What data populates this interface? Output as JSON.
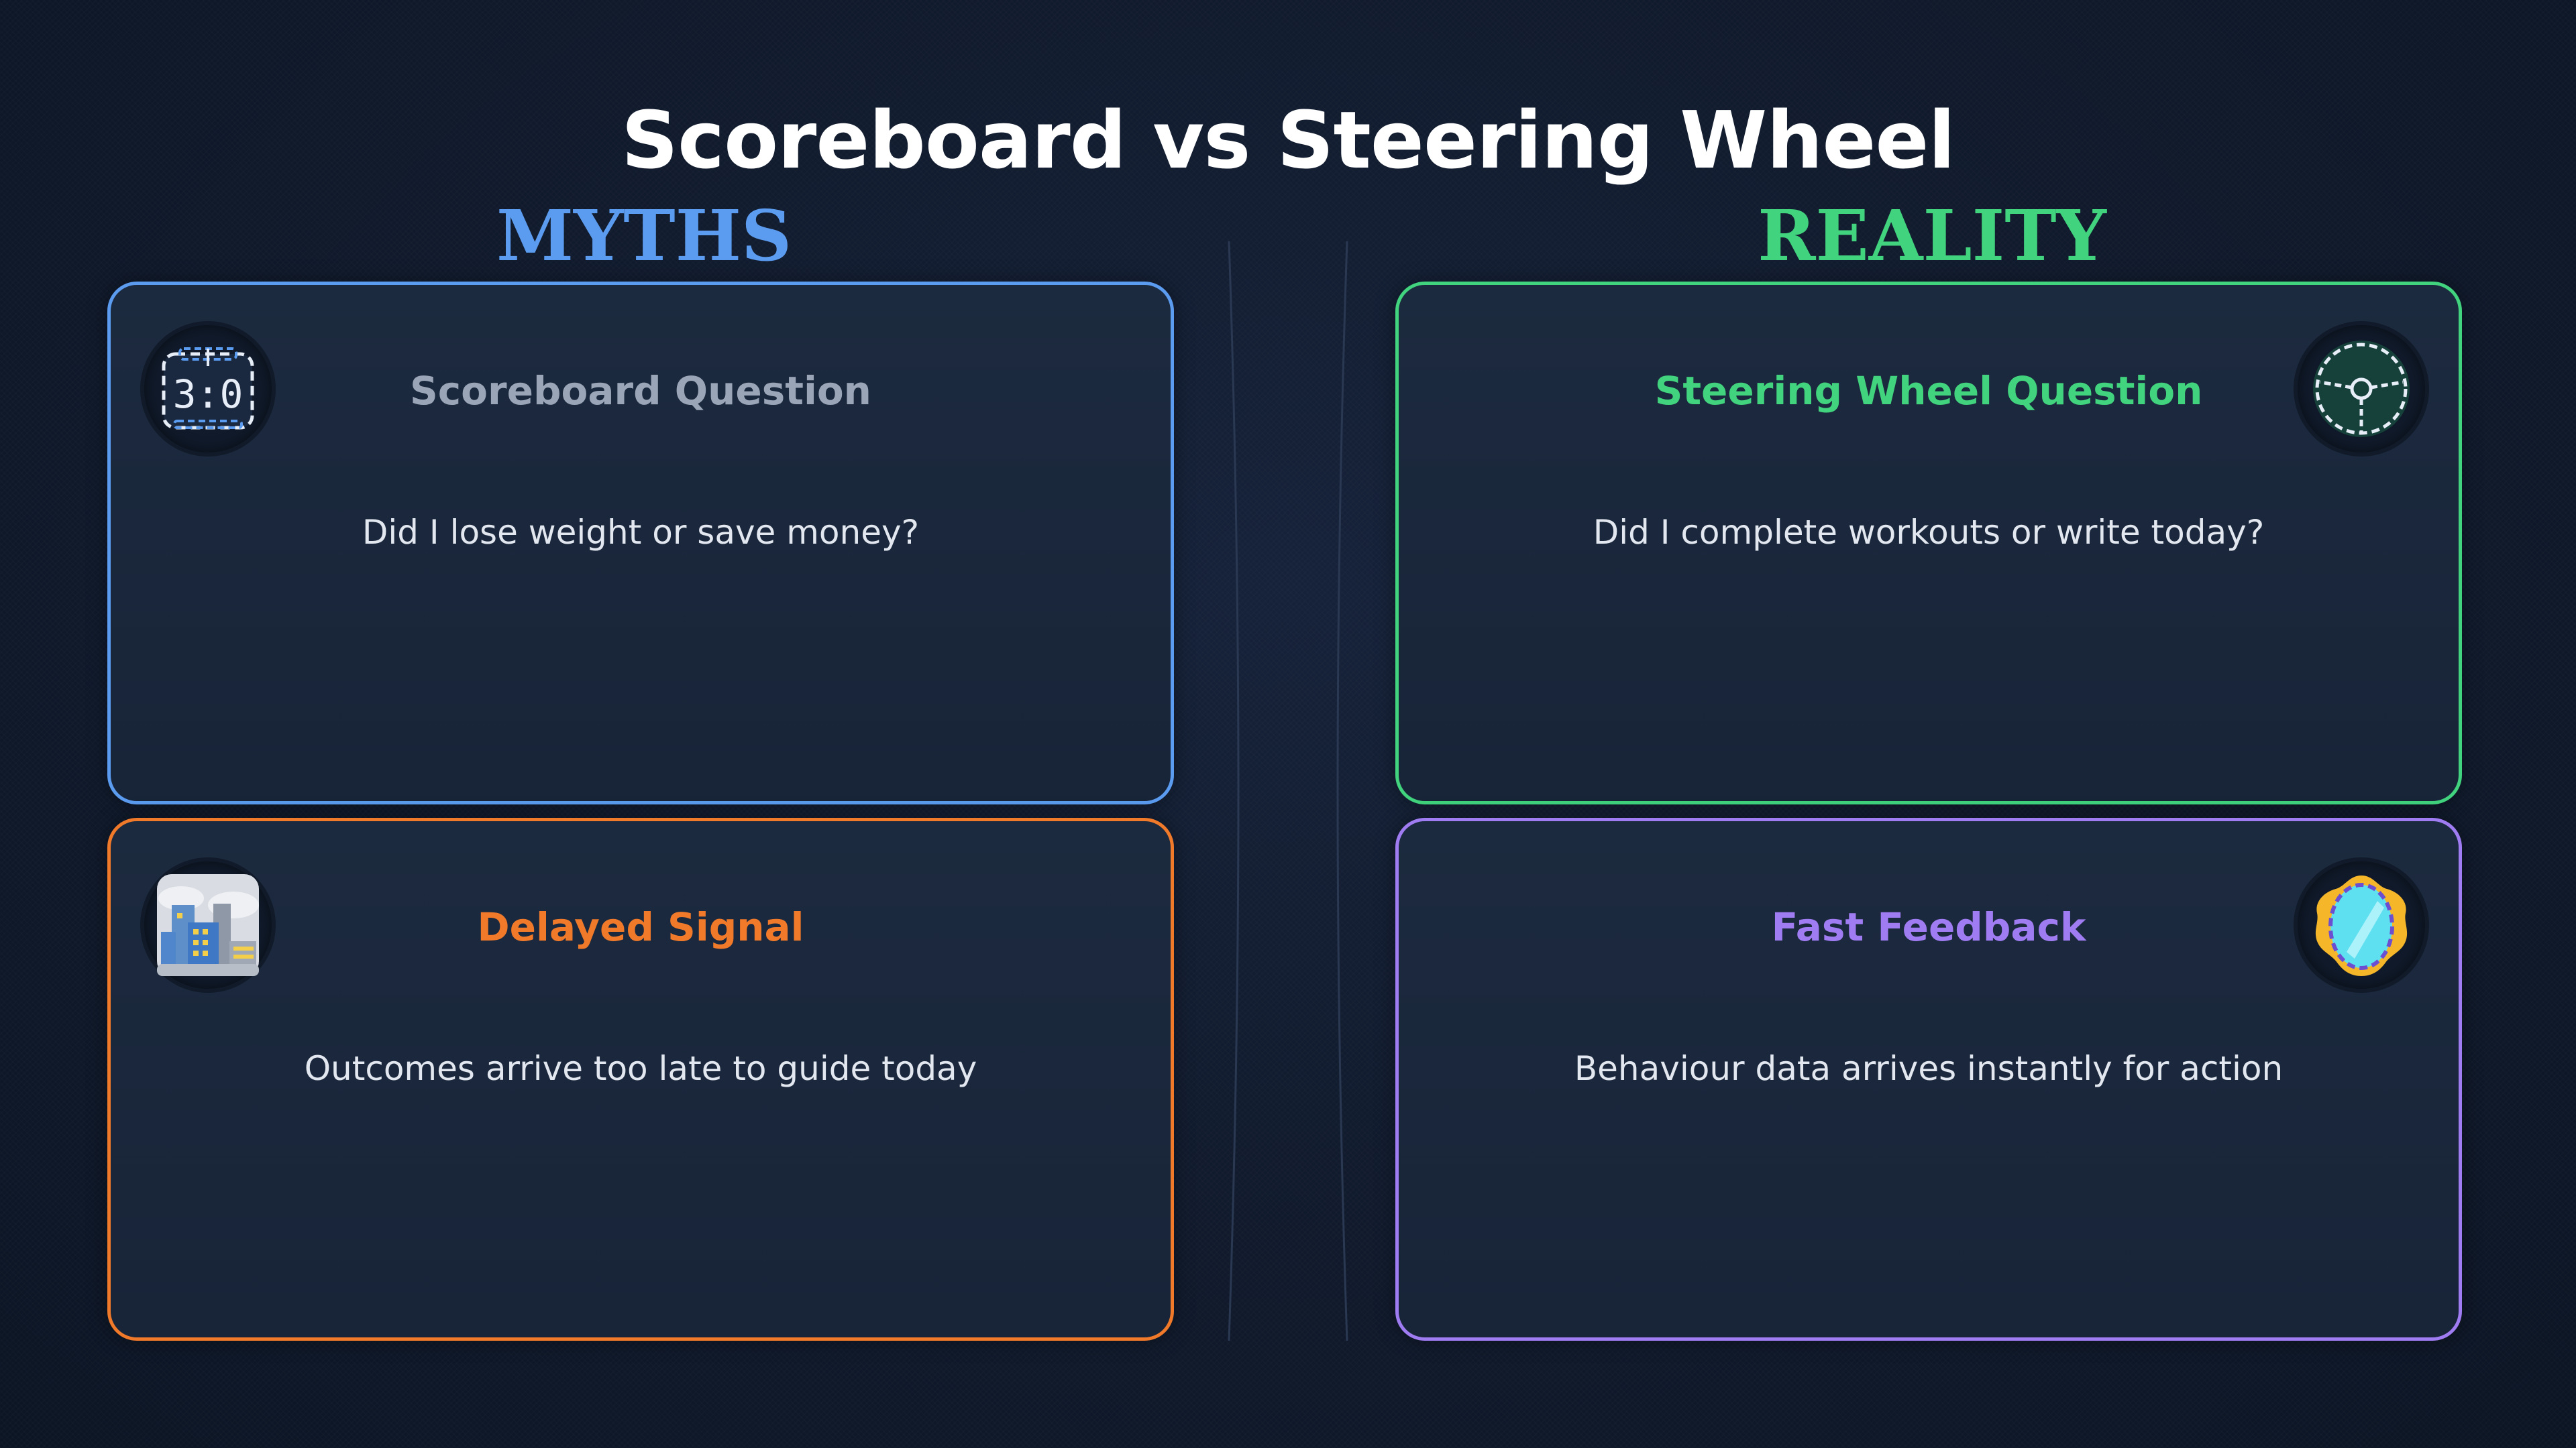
{
  "title": "Scoreboard vs Steering Wheel",
  "columns": {
    "myths": "MYTHS",
    "reality": "REALITY"
  },
  "cards": {
    "scoreboard": {
      "title": "Scoreboard Question",
      "body": "Did I lose weight or save money?",
      "icon": "scoreboard-icon",
      "icon_text": "3:0",
      "title_color": "#9aa6b8",
      "border_color": "#5b9cf0"
    },
    "delayed": {
      "title": "Delayed Signal",
      "body": "Outcomes arrive too late to guide today",
      "icon": "city-buildings-icon",
      "title_color": "#f07a2a",
      "border_color": "#f07a2a"
    },
    "steering": {
      "title": "Steering Wheel Question",
      "body": "Did I complete workouts or write today?",
      "icon": "steering-wheel-icon",
      "title_color": "#41d37d",
      "border_color": "#41d37d"
    },
    "fast": {
      "title": "Fast Feedback",
      "body": "Behaviour data arrives instantly for action",
      "icon": "mirror-icon",
      "title_color": "#9f7cf2",
      "border_color": "#9f7cf2"
    }
  }
}
